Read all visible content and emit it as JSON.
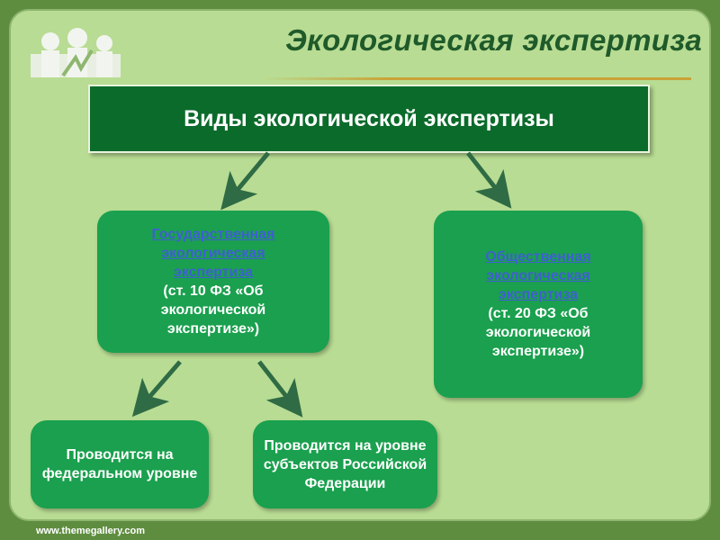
{
  "header": {
    "title": "Экологическая экспертиза"
  },
  "diagram": {
    "root": "Виды экологической экспертизы",
    "state": {
      "link": "Государственная\nэкологическая\nэкспертиза",
      "ref": "(ст. 10 ФЗ «Об\nэкологической\nэкспертизе»)"
    },
    "public": {
      "link": "Общественная\nэкологическая\nэкспертиза",
      "ref": "(ст. 20 ФЗ «Об\nэкологической\nэкспертизе»)"
    },
    "federal": "Проводится на федеральном уровне",
    "subjects": "Проводится на уровне субъектов Российской Федерации"
  },
  "footer": {
    "url": "www.themegallery.com"
  },
  "colors": {
    "background": "#5e8d3f",
    "panel": "#b8dc93",
    "header_box": "#0b6b2b",
    "node": "#1aa04e",
    "title": "#1f5a2a",
    "link": "#3f5fd1",
    "arrow": "#2f6b44"
  }
}
